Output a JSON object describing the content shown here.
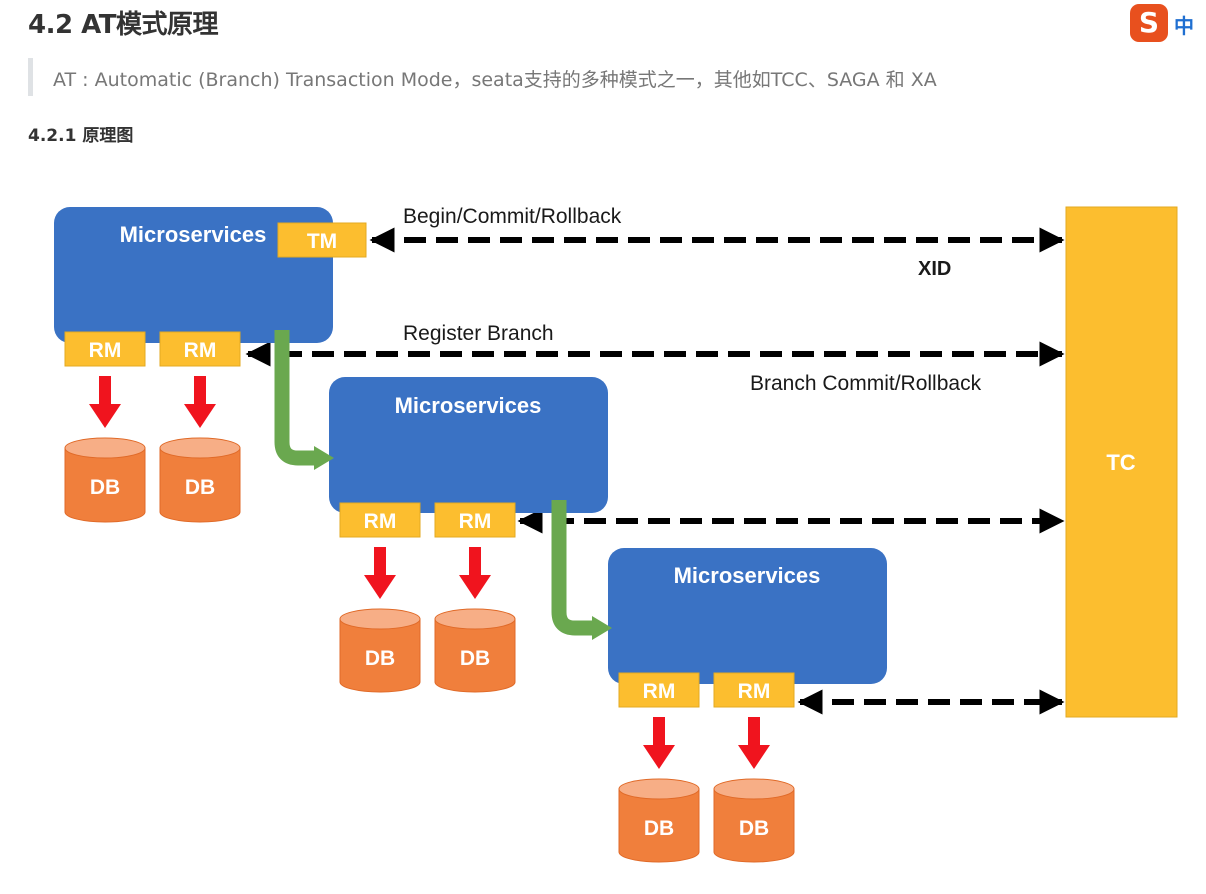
{
  "heading": "4.2 AT模式原理",
  "quote": "AT : Automatic (Branch) Transaction Mode，seata支持的多种模式之一，其他如TCC、SAGA 和 XA",
  "subheading": "4.2.1 原理图",
  "ime": {
    "logo": "S",
    "mode": "中"
  },
  "diagram": {
    "microservice_label": "Microservices",
    "tm_label": "TM",
    "rm_label": "RM",
    "db_label": "DB",
    "tc_label": "TC",
    "edge_begin": "Begin/Commit/Rollback",
    "edge_xid": "XID",
    "edge_register": "Register Branch",
    "edge_branch": "Branch Commit/Rollback"
  },
  "colors": {
    "microservice": "#3a72c4",
    "yellow_box": "#fcbe2f",
    "tc": "#fcbe2f",
    "db": "#f07f3c",
    "db_top": "#f7ae86",
    "red_arrow": "#f0141e",
    "green_arrow": "#6aa84f"
  }
}
